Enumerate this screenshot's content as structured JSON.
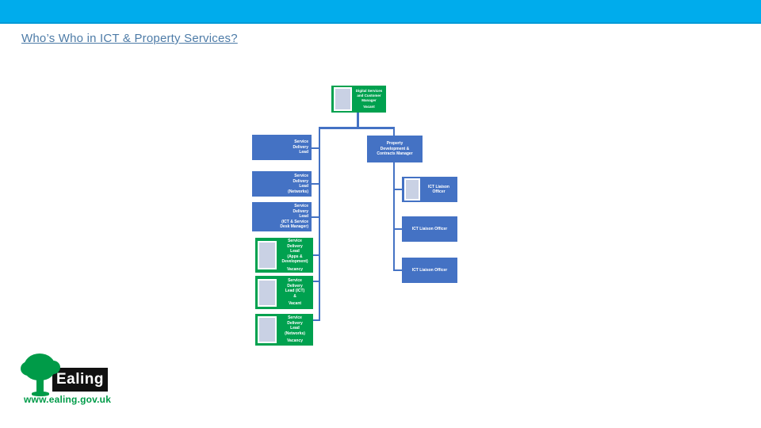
{
  "header": {
    "bar_color": "#00ACEC",
    "title": "Who’s Who in ICT & Property Services?"
  },
  "org_chart": {
    "root": {
      "title": "Digital Services\nand Customer\nManager",
      "status": "Vacant"
    },
    "left": [
      {
        "title": "Service\nDelivery\nLead"
      },
      {
        "title": "Service\nDelivery\nLead\n(Networks)"
      },
      {
        "title": "Service\nDelivery\nLead\n(ICT & Service\nDesk Manager)"
      },
      {
        "title": "Service\nDelivery\nLead\n(Apps &\nDevelopment)",
        "status": "Vacancy"
      },
      {
        "title": "Service\nDelivery\nLead (ICT)\n&",
        "status": "Vacant"
      },
      {
        "title": "Service\nDelivery\nLead\n(Networks)",
        "status": "Vacancy"
      }
    ],
    "right_manager": {
      "title": "Property\nDevelopment &\nContracts Manager"
    },
    "right_reports": [
      {
        "title": "ICT Liaison Officer"
      },
      {
        "title": "ICT Liaison Officer"
      },
      {
        "title": "ICT Liaison Officer"
      }
    ]
  },
  "footer": {
    "logo_text": "Ealing",
    "website": "www.ealing.gov.uk"
  },
  "colors": {
    "accent_cyan": "#00ACEC",
    "node_blue": "#4472C4",
    "node_green": "#00A14F",
    "title_blue": "#4D7BA7",
    "connector_blue": "#4472C4"
  }
}
